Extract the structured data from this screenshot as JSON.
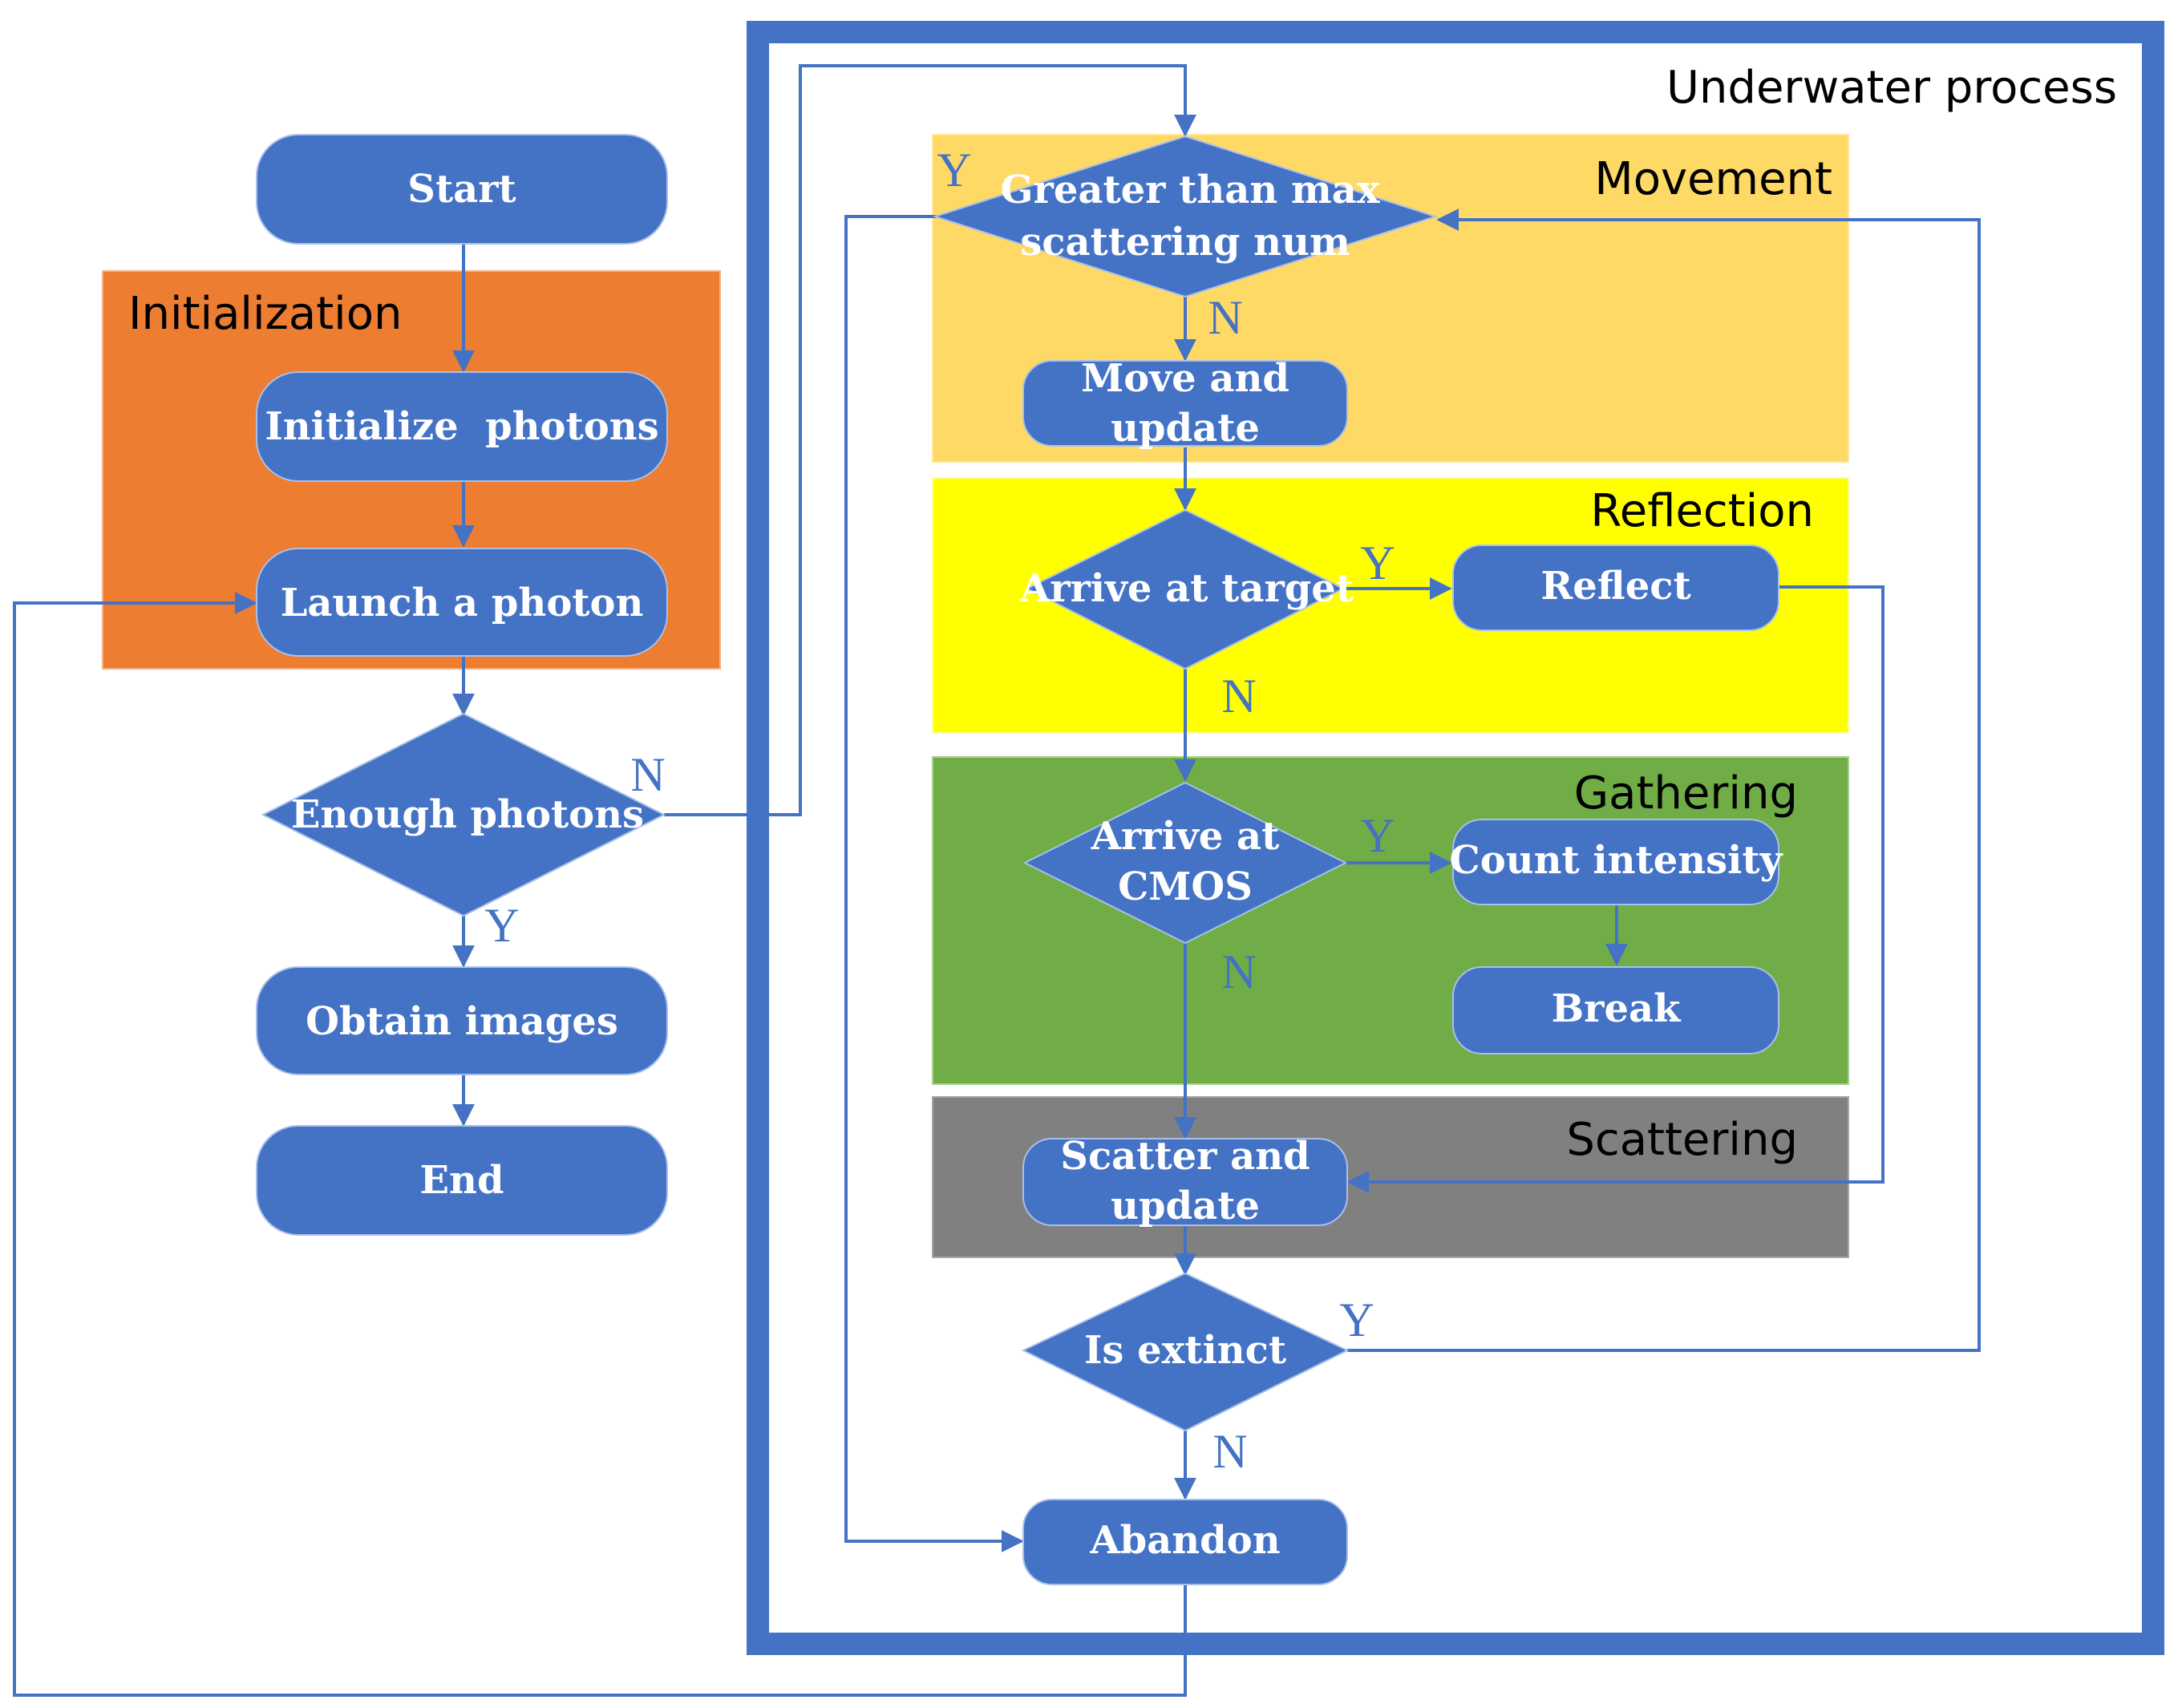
{
  "colors": {
    "node_fill": "#4472c4",
    "node_stroke": "#a9c0ea",
    "line": "#4472c4",
    "initialization_bg": "#ed7d31",
    "movement_bg": "#ffd966",
    "reflection_bg": "#ffff00",
    "gathering_bg": "#70ad47",
    "scattering_bg": "#808080",
    "underwater_border": "#4472c4"
  },
  "regions": {
    "underwater": "Underwater process",
    "initialization": "Initialization",
    "movement": "Movement",
    "reflection": "Reflection",
    "gathering": "Gathering",
    "scattering": "Scattering"
  },
  "nodes": {
    "start": "Start",
    "initialize": "Initialize  photons",
    "launch": "Launch a photon",
    "enough": "Enough photons",
    "obtain": "Obtain images",
    "end": "End",
    "greater_line1": "Greater than max",
    "greater_line2": "scattering num",
    "move_line1": "Move and",
    "move_line2": "update",
    "arrive_target": "Arrive at target",
    "reflect": "Reflect",
    "arrive_cmos_line1": "Arrive at",
    "arrive_cmos_line2": "CMOS",
    "count": "Count intensity",
    "break": "Break",
    "scatter_line1": "Scatter and",
    "scatter_line2": "update",
    "extinct": "Is extinct",
    "abandon": "Abandon"
  },
  "decisions": {
    "yes": "Y",
    "no": "N"
  }
}
